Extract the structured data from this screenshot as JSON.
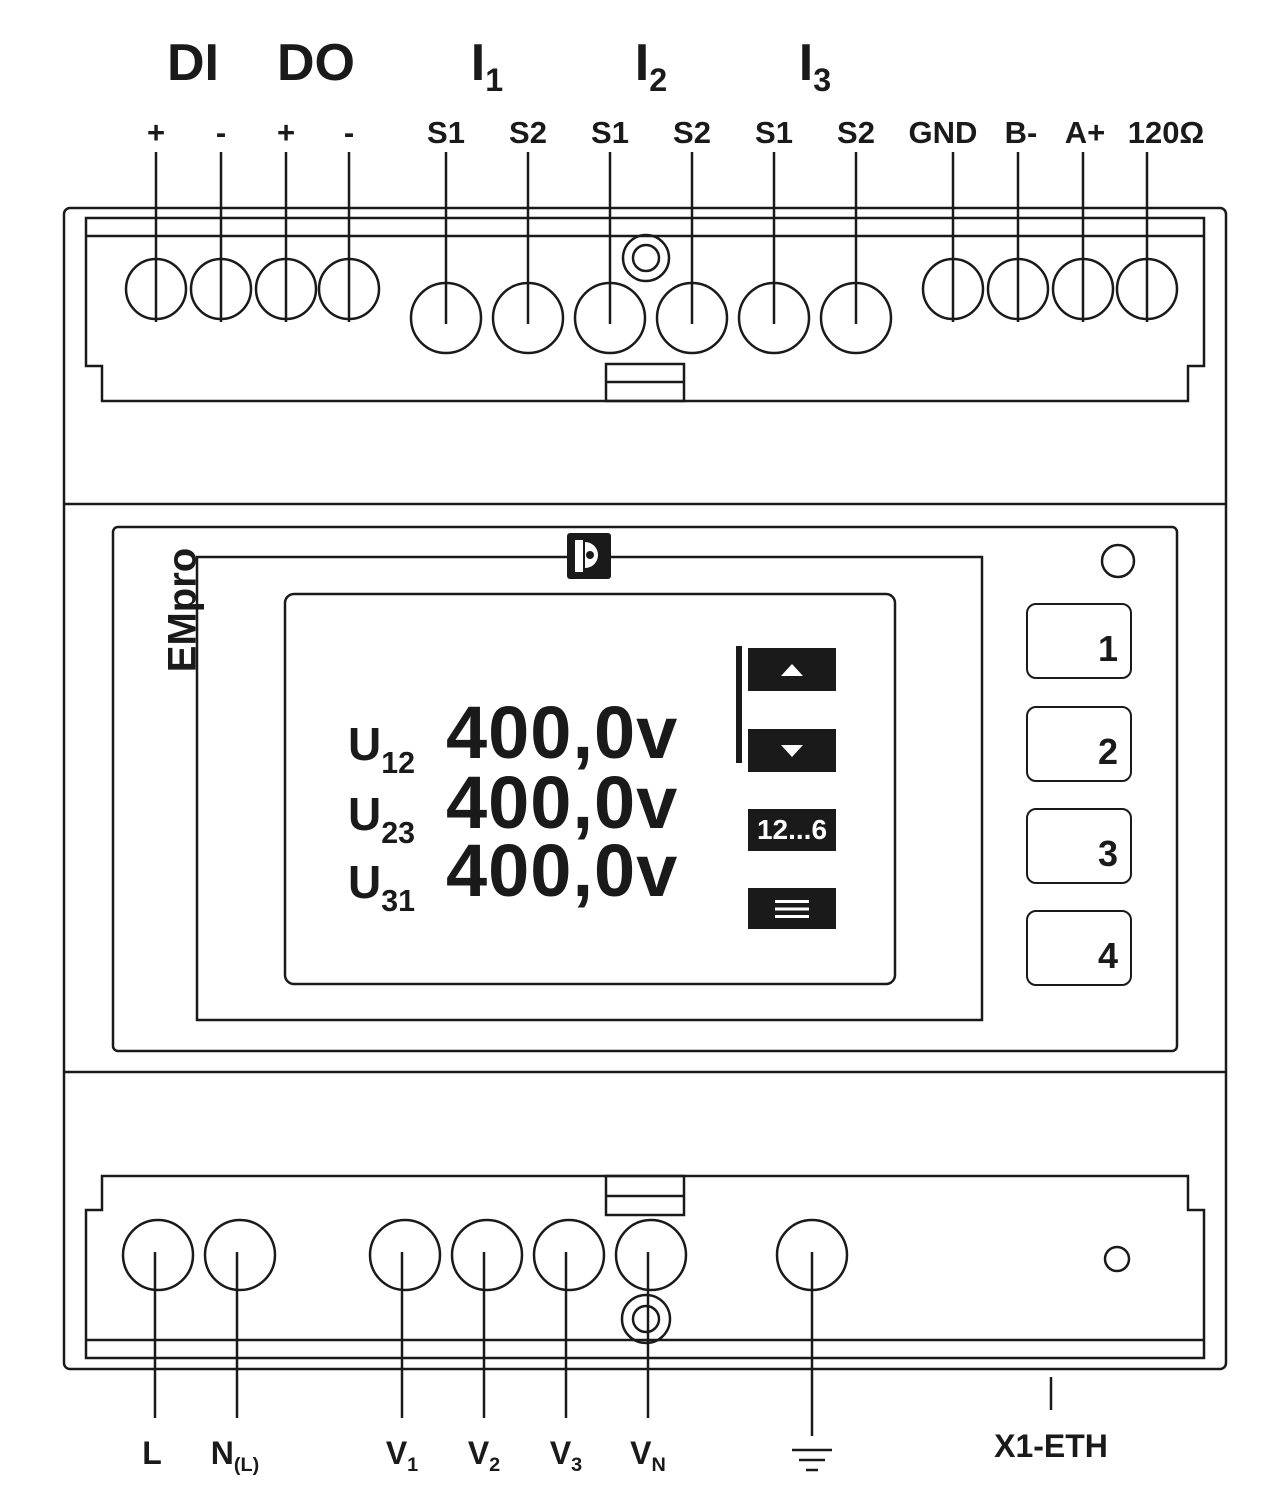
{
  "top_groups": {
    "di": "DI",
    "do": "DO",
    "i1": {
      "base": "I",
      "sub": "1"
    },
    "i2": {
      "base": "I",
      "sub": "2"
    },
    "i3": {
      "base": "I",
      "sub": "3"
    }
  },
  "top_terminals": [
    "+",
    "-",
    "+",
    "-",
    "S1",
    "S2",
    "S1",
    "S2",
    "S1",
    "S2",
    "GND",
    "B-",
    "A+",
    "120Ω"
  ],
  "device": {
    "brand": "EMpro",
    "logo_icon": "phoenix-contact-logo-icon"
  },
  "display": {
    "readings": [
      {
        "label": "U",
        "sub": "12",
        "value": "400,0v"
      },
      {
        "label": "U",
        "sub": "23",
        "value": "400,0v"
      },
      {
        "label": "U",
        "sub": "31",
        "value": "400,0v"
      }
    ],
    "softkeys": {
      "up_icon": "triangle-up-icon",
      "down_icon": "triangle-down-icon",
      "range": "12...6",
      "menu_icon": "menu-icon"
    }
  },
  "buttons": [
    "1",
    "2",
    "3",
    "4"
  ],
  "bottom_terminals": [
    {
      "base": "L",
      "sub": ""
    },
    {
      "base": "N",
      "sub": "(L)"
    },
    {
      "base": "V",
      "sub": "1"
    },
    {
      "base": "V",
      "sub": "2"
    },
    {
      "base": "V",
      "sub": "3"
    },
    {
      "base": "V",
      "sub": "N"
    }
  ],
  "ground_icon": "ground-icon",
  "eth_label": "X1-ETH",
  "colors": {
    "line": "#1a1a1a",
    "background": "#ffffff",
    "softkey_fill": "#1a1a1a"
  }
}
